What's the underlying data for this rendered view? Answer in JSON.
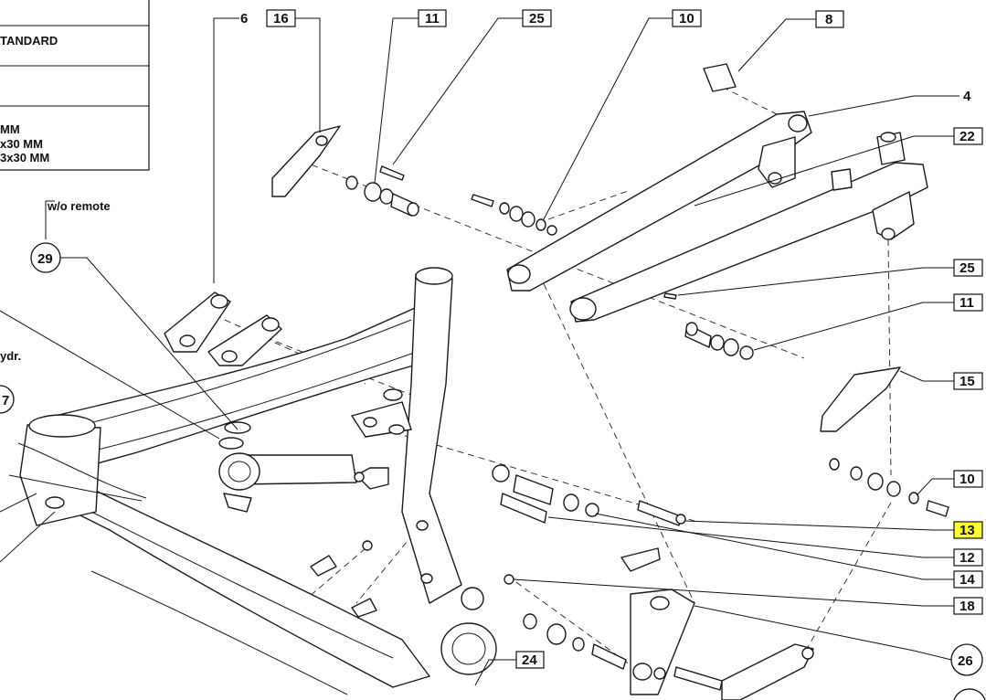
{
  "table": {
    "rows": [
      "TANDARD",
      "",
      "MM\nx30 MM\n3x30 MM"
    ]
  },
  "notes": {
    "remote": "w/o remote",
    "hydr": "ydr."
  },
  "callouts": {
    "c6": "6",
    "c16": "16",
    "c11a": "11",
    "c25a": "25",
    "c10a": "10",
    "c8": "8",
    "c4": "4",
    "c22": "22",
    "c25b": "25",
    "c11b": "11",
    "c15": "15",
    "c10b": "10",
    "c13": "13",
    "c12": "12",
    "c14": "14",
    "c18": "18",
    "c26": "26",
    "c24": "24",
    "c29": "29",
    "c7": "7"
  },
  "highlight_color": "#ffff33"
}
